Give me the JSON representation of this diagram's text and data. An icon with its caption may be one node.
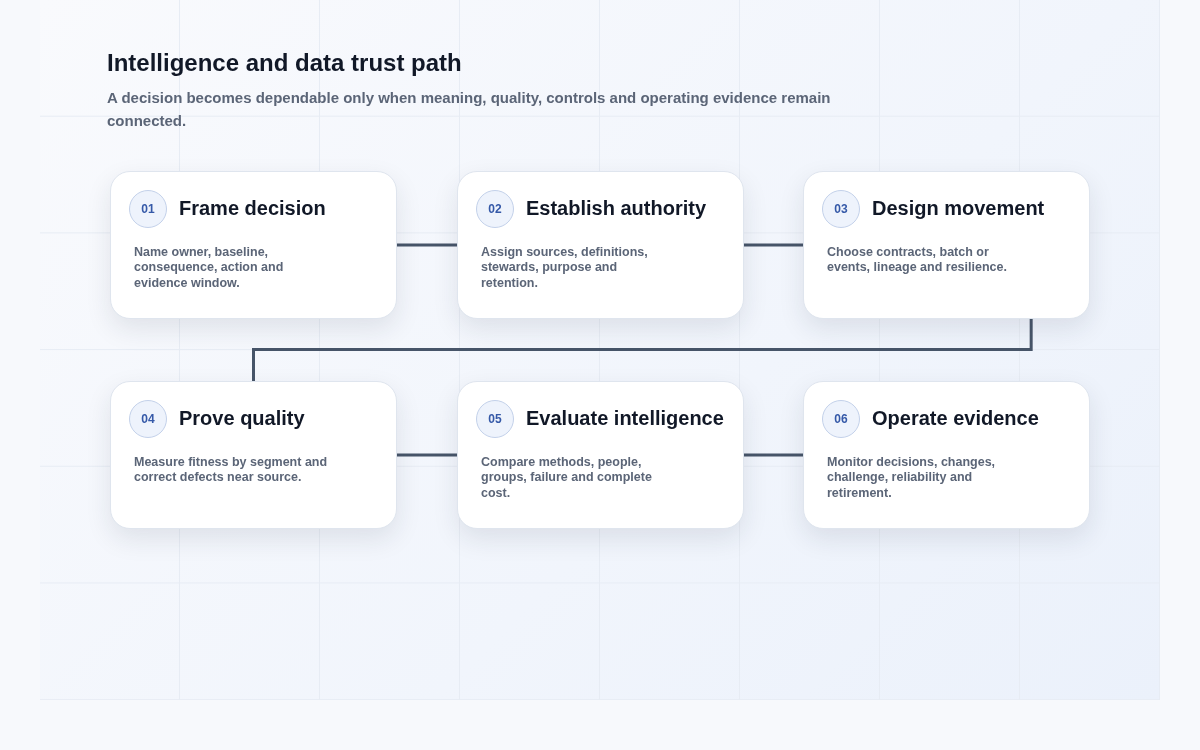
{
  "diagram": {
    "title": "Intelligence and data trust path",
    "caption": "A decision becomes dependable only when meaning, quality, controls and operating evidence remain connected.",
    "nodes": [
      {
        "text": [
          "Frame decision",
          "Name owner, baseline, consequence, action and evidence window."
        ]
      },
      {
        "text": [
          "01"
        ],
        "in": 0
      },
      {
        "text": [
          "Establish authority",
          "Assign sources, definitions, stewards, purpose and retention."
        ]
      },
      {
        "text": [
          "02"
        ],
        "in": 2
      },
      {
        "text": [
          "Design movement",
          "Choose contracts, batch or events, lineage and resilience."
        ]
      },
      {
        "text": [
          "03"
        ],
        "in": 4
      },
      {
        "text": [
          "Prove quality",
          "Measure fitness by segment and correct defects near source."
        ]
      },
      {
        "text": [
          "04"
        ],
        "in": 6
      },
      {
        "text": [
          "Evaluate intelligence",
          "Compare methods, people, groups, failure and complete cost."
        ]
      },
      {
        "text": [
          "05"
        ],
        "in": 8
      },
      {
        "text": [
          "Operate evidence",
          "Monitor decisions, changes, challenge, reliability and retirement."
        ]
      },
      {
        "text": [
          "06"
        ],
        "in": 10
      }
    ],
    "edges": [
      {
        "from": 0,
        "to": 2,
        "arrow": "none"
      },
      {
        "from": 2,
        "to": 4,
        "arrow": "none"
      },
      {
        "from": 4,
        "to": 6,
        "arrow": "none"
      },
      {
        "from": 6,
        "to": 8,
        "arrow": "none"
      },
      {
        "from": 8,
        "to": 10,
        "arrow": "none"
      }
    ]
  }
}
